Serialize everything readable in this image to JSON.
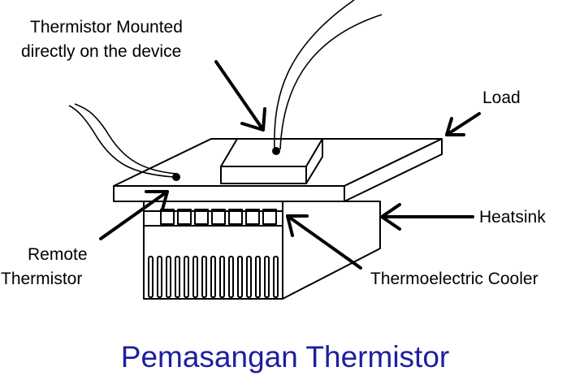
{
  "labels": {
    "thermistor_mounted_line1": "Thermistor Mounted",
    "thermistor_mounted_line2": "directly on the device",
    "load": "Load",
    "heatsink": "Heatsink",
    "remote_line1": "Remote",
    "remote_line2": "Thermistor",
    "thermoelectric_cooler": "Thermoelectric Cooler"
  },
  "title": "Pemasangan Thermistor",
  "colors": {
    "title": "#1f1f9e",
    "line": "#000000",
    "background": "#ffffff"
  }
}
